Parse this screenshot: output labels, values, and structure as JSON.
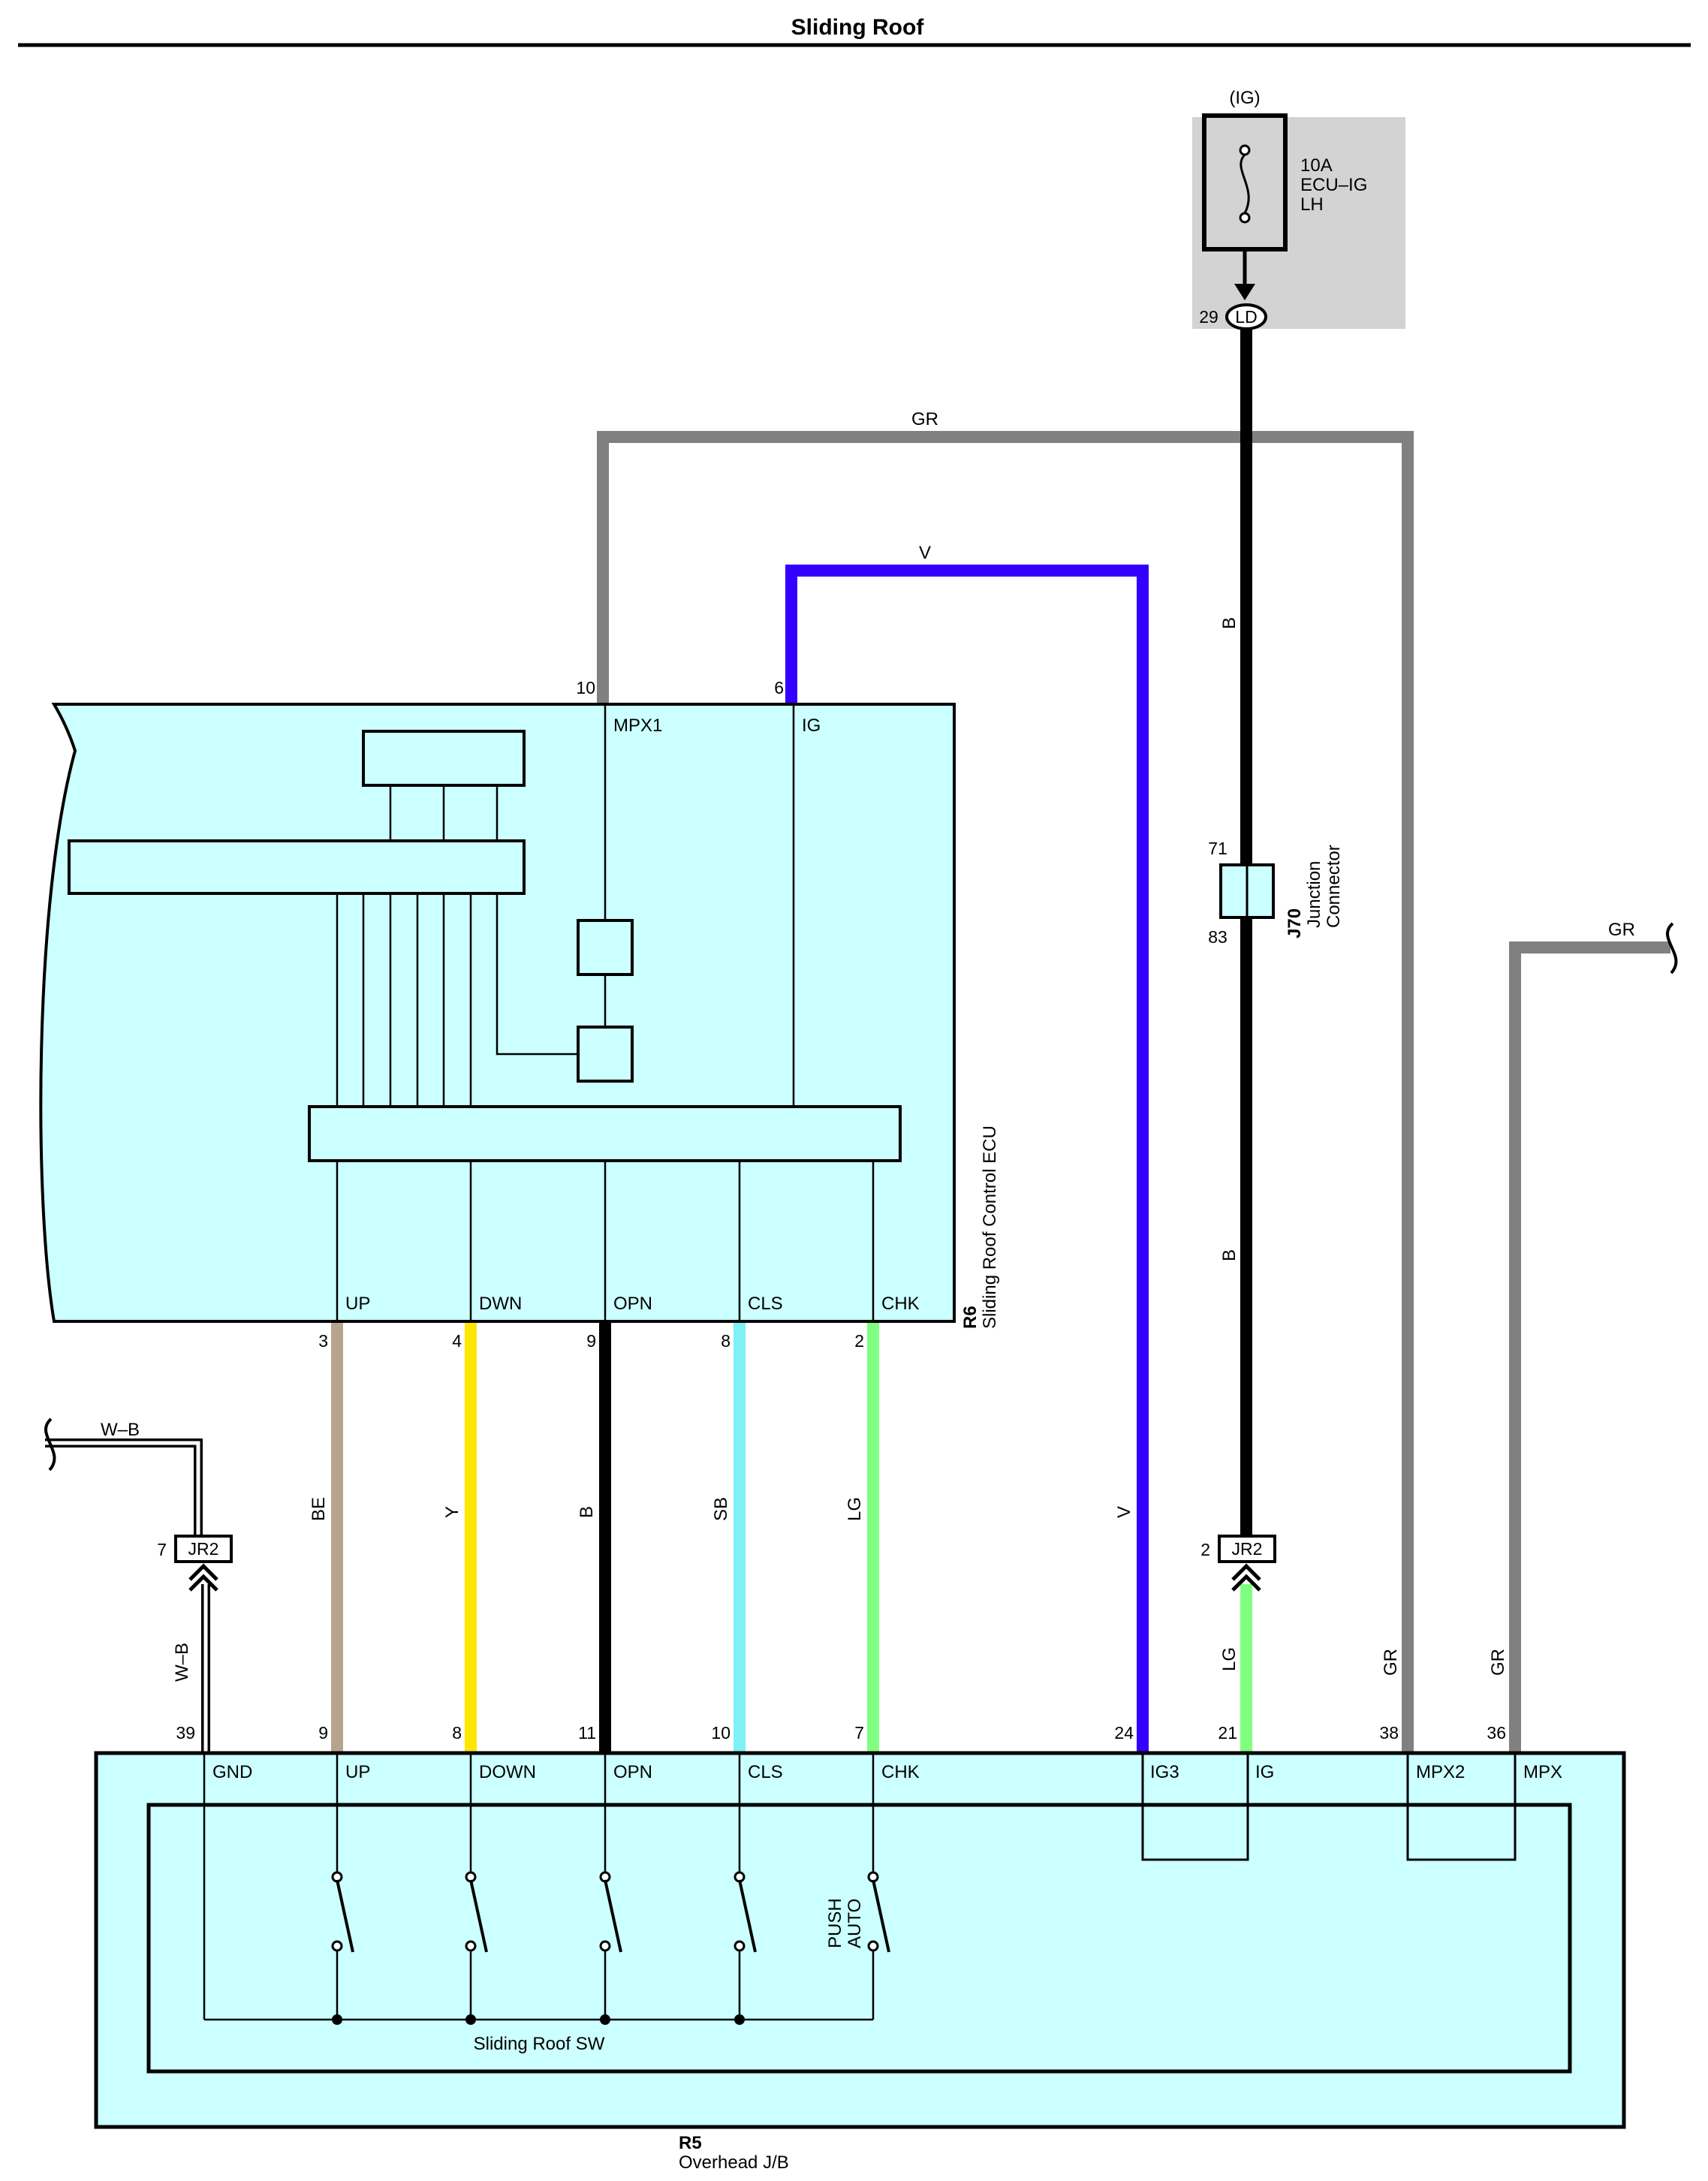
{
  "title": "Sliding Roof",
  "colors": {
    "GR": "#808080",
    "V": "#3300ff",
    "B": "#000000",
    "BE": "#b8a48c",
    "Y": "#ffe600",
    "SB": "#7ff0f5",
    "LG": "#80ff80",
    "WB": "#000000",
    "component_fill": "#ccffff",
    "fuse_panel": "#d3d3d3"
  },
  "fuse": {
    "supply": "(IG)",
    "rating": "10A",
    "name": "ECU–IG",
    "side": "LH",
    "pin": "29",
    "connector": "LD"
  },
  "junction": {
    "id": "J70",
    "name_1": "Junction",
    "name_2": "Connector",
    "pin_top": "71",
    "pin_bottom": "83"
  },
  "ecu": {
    "id": "R6",
    "name": "Sliding Roof Control ECU",
    "top_pins": [
      {
        "num": "10",
        "label": "MPX1"
      },
      {
        "num": "6",
        "label": "IG"
      }
    ],
    "bottom_pins": [
      {
        "num": "3",
        "label": "UP"
      },
      {
        "num": "4",
        "label": "DWN"
      },
      {
        "num": "9",
        "label": "OPN"
      },
      {
        "num": "8",
        "label": "CLS"
      },
      {
        "num": "2",
        "label": "CHK"
      }
    ]
  },
  "jb": {
    "id": "R5",
    "name": "Overhead J/B",
    "switch_name": "Sliding Roof SW",
    "push_auto_1": "PUSH",
    "push_auto_2": "AUTO",
    "pins": [
      {
        "num": "39",
        "label": "GND"
      },
      {
        "num": "9",
        "label": "UP"
      },
      {
        "num": "8",
        "label": "DOWN"
      },
      {
        "num": "11",
        "label": "OPN"
      },
      {
        "num": "10",
        "label": "CLS"
      },
      {
        "num": "7",
        "label": "CHK"
      },
      {
        "num": "24",
        "label": "IG3"
      },
      {
        "num": "21",
        "label": "IG"
      },
      {
        "num": "38",
        "label": "MPX2"
      },
      {
        "num": "36",
        "label": "MPX"
      }
    ]
  },
  "jr2": [
    {
      "connector": "JR2",
      "pin": "7"
    },
    {
      "connector": "JR2",
      "pin": "2"
    }
  ],
  "wire_labels": {
    "gr_top": "GR",
    "v_top": "V",
    "b_upper": "B",
    "b_lower": "B",
    "gr_right": "GR",
    "wb_top": "W–B",
    "wb_bottom": "W–B",
    "be": "BE",
    "y": "Y",
    "b_opn": "B",
    "sb": "SB",
    "lg": "LG",
    "v_side": "V",
    "lg_ig": "LG",
    "gr_mpx2": "GR",
    "gr_mpx": "GR"
  }
}
